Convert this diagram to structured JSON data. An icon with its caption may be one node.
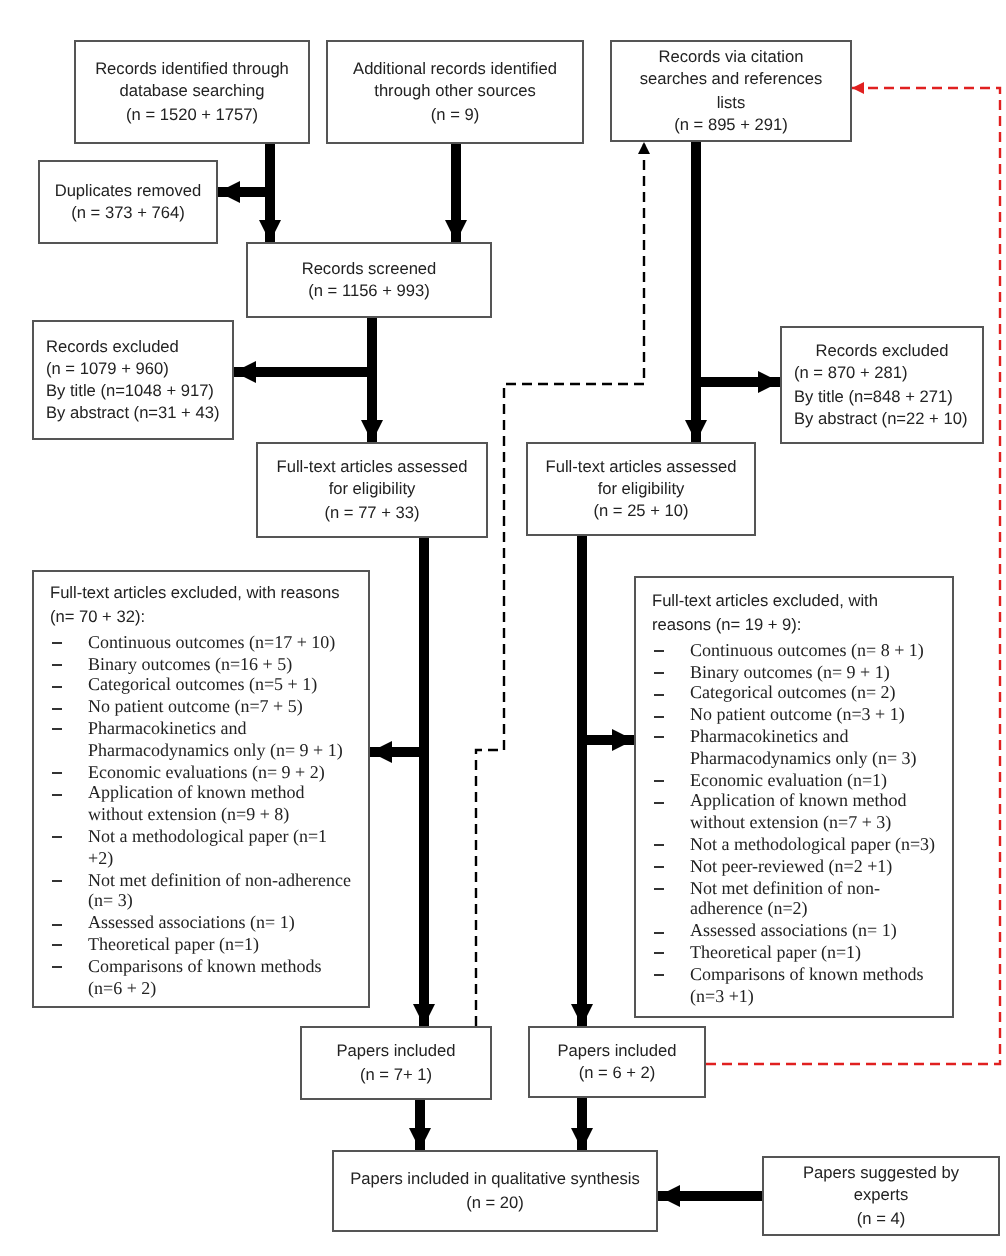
{
  "diagram": {
    "nodes": [
      {
        "text": [
          "Records identified through database searching",
          "(n =  1520 + 1757)"
        ]
      },
      {
        "text": [
          "Additional records identified through other sources",
          "(n =  9)"
        ]
      },
      {
        "text": [
          "Records via citation searches and references lists",
          "(n = 895 + 291)"
        ]
      },
      {
        "text": [
          "Duplicates removed",
          "(n = 373 + 764)"
        ]
      },
      {
        "text": [
          "Records screened",
          "(n =  1156 + 993)"
        ]
      },
      {
        "text": [
          "Records excluded",
          "(n = 1079 + 960)",
          "By title (n=1048 + 917)",
          "By abstract (n=31 + 43)"
        ]
      },
      {
        "text": [
          "Records excluded",
          "(n = 870 + 281)",
          "By title (n=848 + 271)",
          "By abstract (n=22 + 10)"
        ]
      },
      {
        "text": [
          "Full-text articles assessed for eligibility",
          "(n = 77 + 33)"
        ]
      },
      {
        "text": [
          "Full-text articles assessed for eligibility",
          "(n =  25 + 10)"
        ]
      },
      {
        "text": [
          "Full-text articles excluded, with reasons (n= 70 + 32):",
          "Continuous outcomes (n=17 + 10)",
          "Binary outcomes (n=16 + 5)",
          "Categorical outcomes (n=5 + 1)",
          "No patient outcome (n=7 + 5)",
          "Pharmacokinetics and Pharmacodynamics only (n= 9 + 1)",
          "Economic evaluations (n= 9 + 2)",
          "Application of known method without extension (n=9 + 8)",
          "Not a methodological paper (n=1 +2)",
          "Not met definition of non-adherence (n= 3)",
          "Assessed associations (n= 1)",
          "Theoretical paper (n=1)",
          "Comparisons of known methods (n=6 + 2)"
        ]
      },
      {
        "text": [
          "Full-text articles excluded, with reasons (n= 19 + 9):",
          "Continuous outcomes (n= 8 + 1)",
          "Binary outcomes (n= 9 + 1)",
          "Categorical outcomes (n= 2)",
          "No patient outcome (n=3 + 1)",
          "Pharmacokinetics and Pharmacodynamics only (n= 3)",
          "Economic evaluation (n=1)",
          "Application of known method without extension (n=7 + 3)",
          "Not a methodological paper (n=3)",
          "Not peer-reviewed (n=2 +1)",
          "Not met definition of non-adherence (n=2)",
          "Assessed associations (n= 1)",
          "Theoretical paper (n=1)",
          "Comparisons of known methods (n=3 +1)"
        ]
      },
      {
        "text": [
          "Papers included",
          "(n = 7+ 1)"
        ]
      },
      {
        "text": [
          "Papers included",
          "(n = 6 + 2)"
        ]
      },
      {
        "text": [
          "Papers included in qualitative synthesis",
          "(n = 20)"
        ]
      },
      {
        "text": [
          "Papers suggested by experts",
          "(n = 4)"
        ]
      }
    ],
    "edges": [
      {
        "from": 0,
        "to": 4,
        "arrow": "to"
      },
      {
        "from": 0,
        "to": 3,
        "arrow": "to"
      },
      {
        "from": 1,
        "to": 4,
        "arrow": "to"
      },
      {
        "from": 2,
        "to": 8,
        "arrow": "to"
      },
      {
        "from": 2,
        "to": 6,
        "arrow": "to"
      },
      {
        "from": 4,
        "to": 7,
        "arrow": "to"
      },
      {
        "from": 4,
        "to": 5,
        "arrow": "to"
      },
      {
        "from": 7,
        "to": 11,
        "arrow": "to"
      },
      {
        "from": 7,
        "to": 9,
        "arrow": "to"
      },
      {
        "from": 8,
        "to": 12,
        "arrow": "to"
      },
      {
        "from": 8,
        "to": 10,
        "arrow": "to"
      },
      {
        "from": 11,
        "to": 13,
        "arrow": "to"
      },
      {
        "from": 12,
        "to": 13,
        "arrow": "to"
      },
      {
        "from": 14,
        "to": 13,
        "arrow": "to"
      },
      {
        "from": 11,
        "to": 2,
        "arrow": "to",
        "style": "dashed"
      },
      {
        "from": 12,
        "to": 2,
        "arrow": "to",
        "style": "dashed",
        "color": "#e02020"
      }
    ]
  }
}
